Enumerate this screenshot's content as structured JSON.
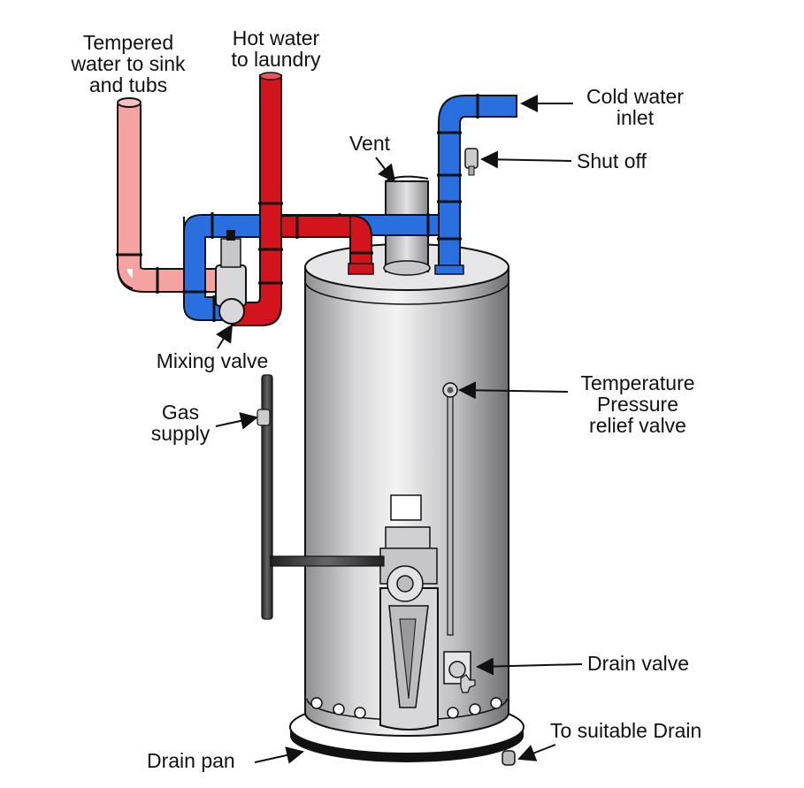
{
  "labels": {
    "tempered_l1": "Tempered",
    "tempered_l2": "water to sink",
    "tempered_l3": "and tubs",
    "hot_l1": "Hot water",
    "hot_l2": "to laundry",
    "cold_l1": "Cold water",
    "cold_l2": "inlet",
    "vent": "Vent",
    "shutoff": "Shut off",
    "mixing": "Mixing valve",
    "gas_l1": "Gas",
    "gas_l2": "supply",
    "tp_l1": "Temperature",
    "tp_l2": "Pressure",
    "tp_l3": "relief valve",
    "drain_valve": "Drain valve",
    "to_drain": "To suitable Drain",
    "drain_pan": "Drain pan"
  },
  "colors": {
    "hot": "#d3141c",
    "cold": "#2a6fe0",
    "tempered": "#f4a3a0",
    "tank": "#c7c7c9",
    "outline": "#111111"
  }
}
